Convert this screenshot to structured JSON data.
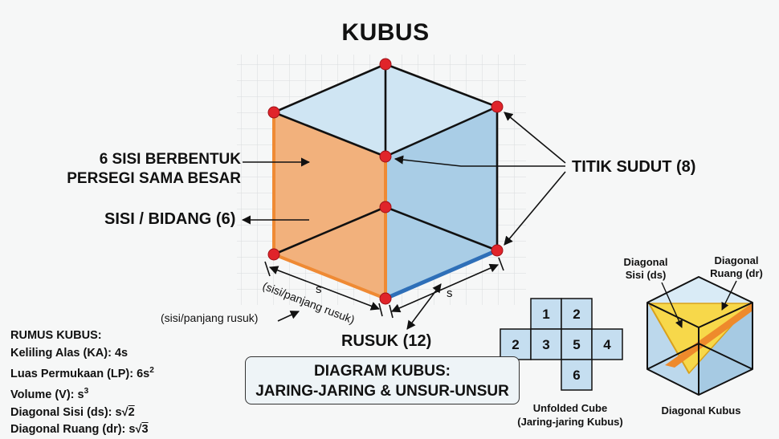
{
  "title": "KUBUS",
  "labels": {
    "sisi_persegi_line1": "6 SISI BERBENTUK",
    "sisi_persegi_line2": "PERSEGI SAMA BESAR",
    "sisi_bidang": "SISI / BIDANG (6)",
    "titik_sudut": "TITIK SUDUT (8)",
    "rusuk": "RUSUK (12)",
    "s_label_1": "s",
    "s_label_2": "s",
    "sisi_panjang_rusuk_1": "(sisi/panjang rusuk)",
    "sisi_panjang_rusuk_2": "(sisi/panjang rusuk)"
  },
  "rumus": {
    "heading": "RUMUS KUBUS:",
    "keliling_text": "Keliling Alas (KA): 4s",
    "luas_prefix": "Luas Permukaan (LP): 6s",
    "luas_exp": "2",
    "volume_prefix": "Volume (V): s",
    "volume_exp": "3",
    "diag_sisi_prefix": "Diagonal Sisi (ds): s",
    "diag_sisi_root": "2",
    "diag_ruang_prefix": "Diagonal Ruang (dr): s",
    "diag_ruang_root": "3"
  },
  "diagram_box": {
    "line1": "DIAGRAM KUBUS:",
    "line2": "JARING-JARING & UNSUR-UNSUR"
  },
  "net": {
    "cells": [
      "1",
      "2",
      "2",
      "3",
      "5",
      "4",
      "6"
    ],
    "caption_line1": "Unfolded Cube",
    "caption_line2": "(Jaring-jaring Kubus)"
  },
  "small_cube": {
    "label_ds_line1": "Diagonal",
    "label_ds_line2": "Sisi (ds)",
    "label_dr_line1": "Diagonal",
    "label_dr_line2": "Ruang (dr)",
    "caption": "Diagonal Kubus"
  },
  "colors": {
    "top_face": "#cfe5f3",
    "right_face": "#a9cde6",
    "left_face": "#f2b17c",
    "orange_edge": "#ef8a34",
    "blue_edge": "#2e6fb8",
    "vertex": "#e0242a",
    "grid": "#d8dbde",
    "net_cell": "#c5def0",
    "yellow": "#f7d84a",
    "diag_orange": "#ee8a2c"
  }
}
